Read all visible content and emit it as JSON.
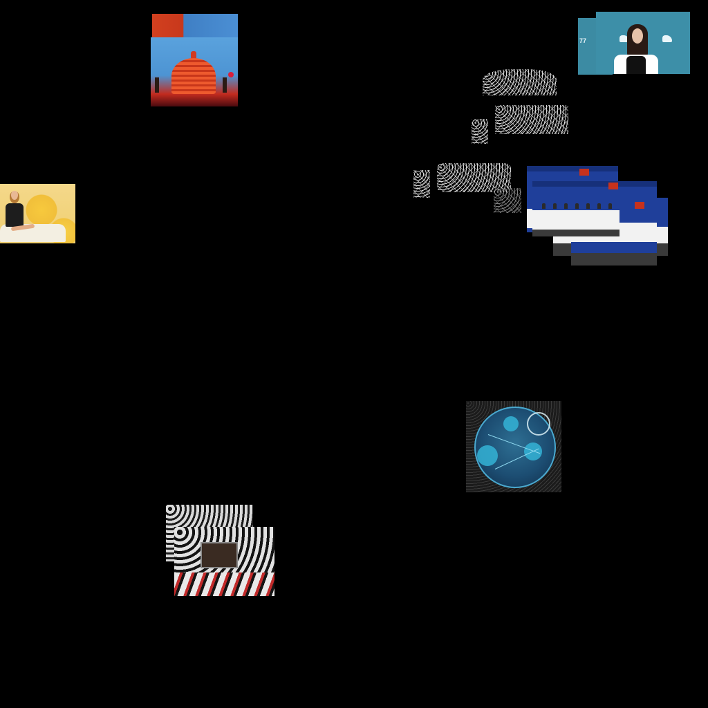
{
  "canvas": {
    "background": "#000000"
  },
  "clusters": {
    "theatre": {
      "icon": "theatre-photo"
    },
    "sofa": {
      "icon": "sofa-portrait-photo"
    },
    "photocall": {
      "icon": "photocall-photo",
      "logo_text": "77",
      "accent": "#3d8fa8"
    },
    "lace": {
      "icon": "lace-ornament-photo"
    },
    "press": {
      "icon": "press-conference-photo",
      "accent": "#1f3f9a"
    },
    "map": {
      "icon": "globe-map-photo",
      "accent": "#34b3d6"
    },
    "polka": {
      "icon": "polka-dot-room-photo"
    }
  }
}
